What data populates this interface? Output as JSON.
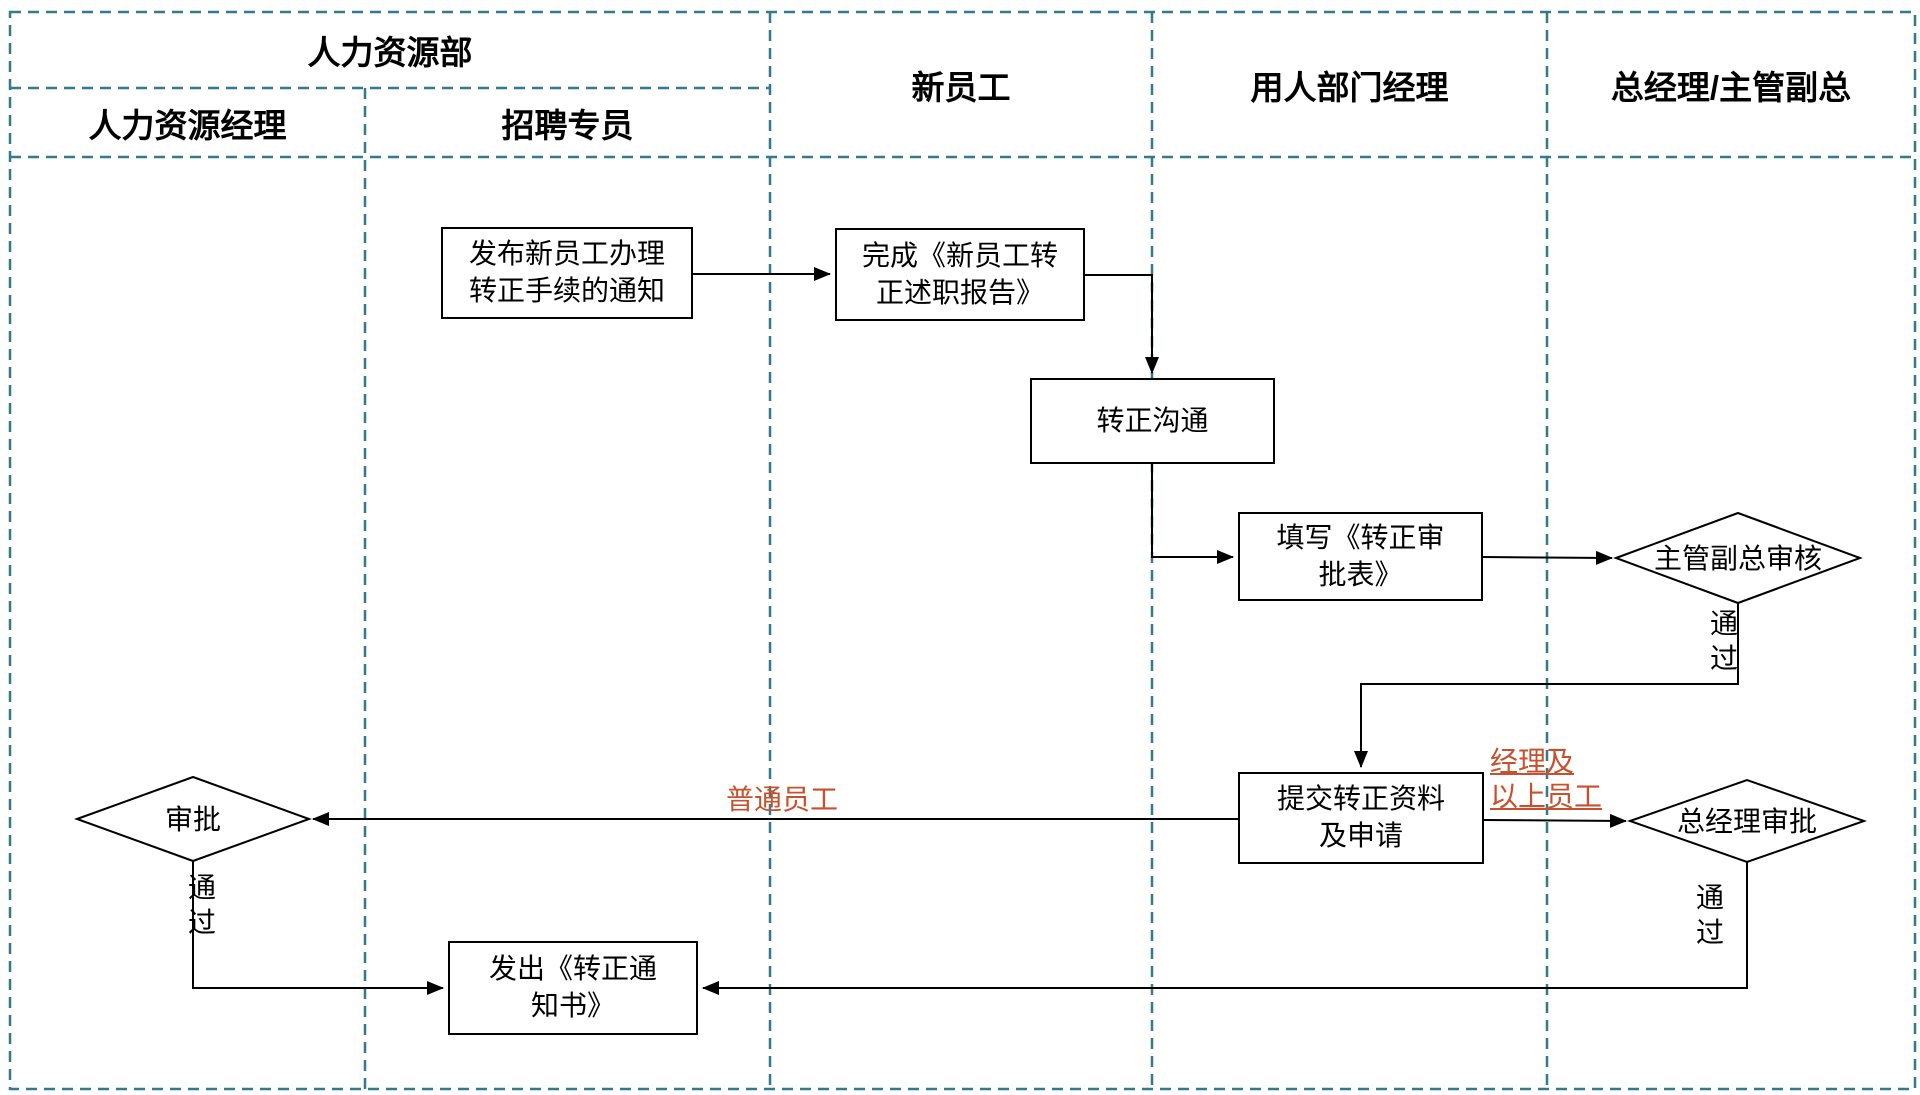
{
  "colors": {
    "lane_border": "#35798c",
    "shape_border": "#000000",
    "connector": "#000000",
    "text": "#000000",
    "branch_label": "#c9502c",
    "background": "#ffffff"
  },
  "lanes": {
    "hr_department": "人力资源部",
    "hr_manager": "人力资源经理",
    "recruiter": "招聘专员",
    "new_employee": "新员工",
    "dept_manager": "用人部门经理",
    "gm_vp": "总经理/主管副总"
  },
  "nodes": {
    "notify": "发布新员工办理\n转正手续的通知",
    "report": "完成《新员工转\n正述职报告》",
    "communicate": "转正沟通",
    "form": "填写《转正审\n批表》",
    "vp_review": "主管副总审核",
    "submit": "提交转正资料\n及申请",
    "approve": "审批",
    "gm_approve": "总经理审批",
    "notice": "发出《转正通\n知书》"
  },
  "edge_labels": {
    "vp_pass": "通\n过",
    "approve_pass": "通\n过",
    "gm_pass": "通\n过",
    "regular_employee": "普通员工",
    "manager_and_above": "经理及\n以上员工"
  }
}
